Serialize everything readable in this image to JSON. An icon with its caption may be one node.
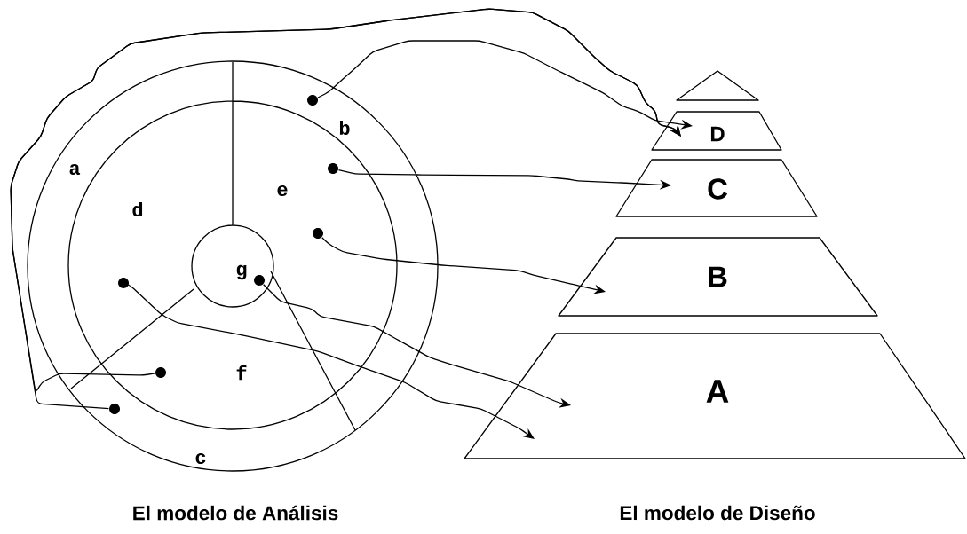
{
  "diagram": {
    "nodes": [
      {
        "text": [],
        "shape": "dot"
      },
      {
        "text": [],
        "shape": "dot"
      },
      {
        "text": [],
        "shape": "dot"
      },
      {
        "text": [],
        "shape": "dot"
      },
      {
        "text": [],
        "shape": "dot"
      },
      {
        "text": [],
        "shape": "dot"
      },
      {
        "text": [],
        "shape": "dot"
      },
      {
        "text": [],
        "shape": "triangle"
      },
      {
        "text": [
          "D"
        ]
      },
      {
        "text": [
          "C"
        ]
      },
      {
        "text": [
          "B"
        ]
      },
      {
        "text": [
          "A"
        ]
      }
    ],
    "edges": [
      {
        "from": 0,
        "to": 8,
        "arrow": "to"
      },
      {
        "from": 1,
        "to": 9,
        "arrow": "to"
      },
      {
        "from": 2,
        "to": 10,
        "arrow": "to"
      },
      {
        "from": 3,
        "to": 11,
        "arrow": "to"
      },
      {
        "from": 4,
        "to": 11,
        "arrow": "to"
      },
      {
        "from": 5,
        "to": 8,
        "arrow": "to"
      },
      {
        "from": 6,
        "to": 8,
        "arrow": "to"
      }
    ],
    "labels": [
      "a",
      "b",
      "c",
      "d",
      "e",
      "f",
      "g",
      "El modelo de Análisis",
      "El modelo de Diseño"
    ]
  }
}
